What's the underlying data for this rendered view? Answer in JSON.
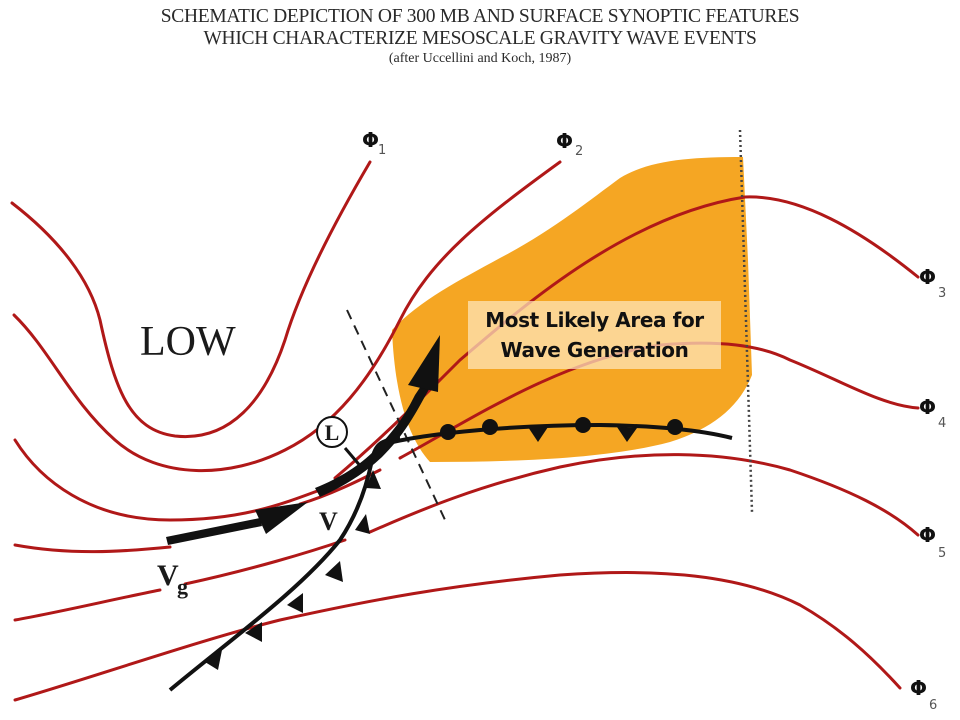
{
  "title": {
    "line1": "SCHEMATIC DEPICTION OF 300 MB AND SURFACE SYNOPTIC FEATURES",
    "line2": "WHICH CHARACTERIZE MESOSCALE GRAVITY WAVE EVENTS",
    "citation": "(after Uccellini and Koch, 1987)"
  },
  "highlight": {
    "label_line1": "Most Likely Area for",
    "label_line2": "Wave Generation",
    "fill_color": "#f5a623",
    "box_color": "#ffe8be"
  },
  "labels": {
    "low": "LOW",
    "surface_low": "L",
    "geostrophic_wind": "V",
    "geostrophic_wind_sub": "g",
    "actual_wind": "V"
  },
  "contours": [
    {
      "id": "phi1",
      "symbol": "Φ",
      "index": "1"
    },
    {
      "id": "phi2",
      "symbol": "Φ",
      "index": "2"
    },
    {
      "id": "phi3",
      "symbol": "Φ",
      "index": "3"
    },
    {
      "id": "phi4",
      "symbol": "Φ",
      "index": "4"
    },
    {
      "id": "phi5",
      "symbol": "Φ",
      "index": "5"
    },
    {
      "id": "phi6",
      "symbol": "Φ",
      "index": "6"
    }
  ],
  "colors": {
    "contour": "#b01818",
    "front": "#111111",
    "background": "#ffffff"
  }
}
